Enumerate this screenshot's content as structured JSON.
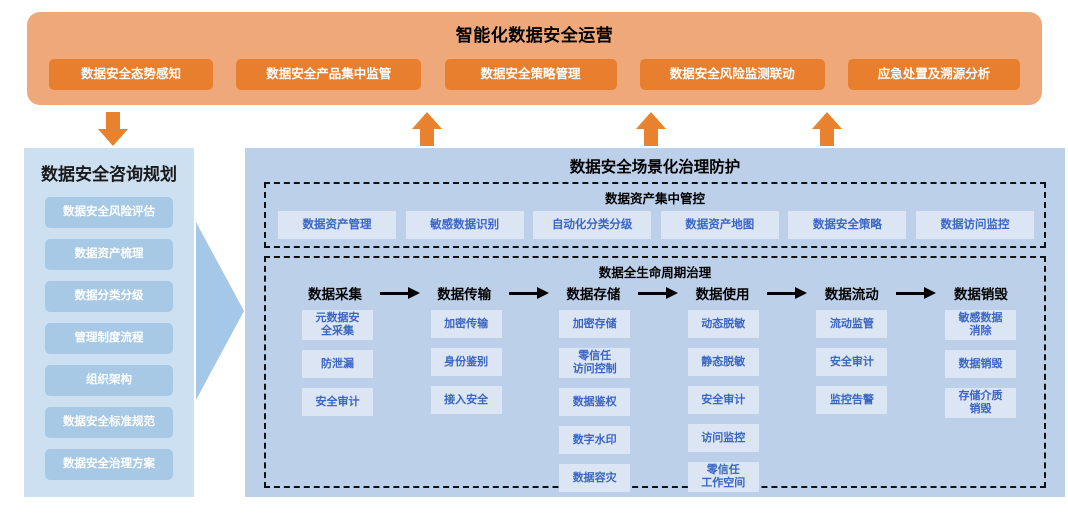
{
  "top_banner": {
    "title": "智能化数据安全运营",
    "panel_color": "#efa87a",
    "button_color": "#e87f2f",
    "buttons": [
      {
        "label": "数据安全态势感知"
      },
      {
        "label": "数据安全产品集中监管"
      },
      {
        "label": "数据安全策略管理"
      },
      {
        "label": "数据安全风险监测联动"
      },
      {
        "label": "应急处置及溯源分析"
      }
    ]
  },
  "connectors": {
    "down_arrow_label": "down-arrow",
    "up_arrow_label": "up-arrow",
    "big_arrow_label": "right-arrow",
    "arrow_color": "#e8822f",
    "big_arrow_color": "#a5c8e8"
  },
  "sidebar": {
    "title": "数据安全咨询规划",
    "panel_color": "#cde0f2",
    "item_color": "#a7c9e5",
    "items": [
      {
        "label": "数据安全风险评估"
      },
      {
        "label": "数据资产梳理"
      },
      {
        "label": "数据分类分级"
      },
      {
        "label": "管理制度流程"
      },
      {
        "label": "组织架构"
      },
      {
        "label": "数据安全标准规范"
      },
      {
        "label": "数据安全治理方案"
      }
    ]
  },
  "main_panel": {
    "title": "数据安全场景化治理防护",
    "panel_color": "#bdd0ea",
    "box_color": "#dce5f4",
    "box_text_color": "#3a66c4",
    "asset_section": {
      "title": "数据资产集中管控",
      "items": [
        {
          "label": "数据资产管理"
        },
        {
          "label": "敏感数据识别"
        },
        {
          "label": "自动化分类分级"
        },
        {
          "label": "数据资产地图"
        },
        {
          "label": "数据安全策略"
        },
        {
          "label": "数据访问监控"
        }
      ]
    },
    "lifecycle_section": {
      "title": "数据全生命周期治理",
      "stages": [
        {
          "head": "数据采集",
          "items": [
            {
              "label": "元数据安\n全采集"
            },
            {
              "label": "防泄漏"
            },
            {
              "label": "安全审计"
            }
          ]
        },
        {
          "head": "数据传输",
          "items": [
            {
              "label": "加密传输"
            },
            {
              "label": "身份鉴别"
            },
            {
              "label": "接入安全"
            }
          ]
        },
        {
          "head": "数据存储",
          "items": [
            {
              "label": "加密存储"
            },
            {
              "label": "零信任\n访问控制"
            },
            {
              "label": "数据鉴权"
            },
            {
              "label": "数字水印"
            },
            {
              "label": "数据容灾"
            }
          ]
        },
        {
          "head": "数据使用",
          "items": [
            {
              "label": "动态脱敏"
            },
            {
              "label": "静态脱敏"
            },
            {
              "label": "安全审计"
            },
            {
              "label": "访问监控"
            },
            {
              "label": "零信任\n工作空间"
            }
          ]
        },
        {
          "head": "数据流动",
          "items": [
            {
              "label": "流动监管"
            },
            {
              "label": "安全审计"
            },
            {
              "label": "监控告警"
            }
          ]
        },
        {
          "head": "数据销毁",
          "items": [
            {
              "label": "敏感数据\n消除"
            },
            {
              "label": "数据销毁"
            },
            {
              "label": "存储介质\n销毁"
            }
          ]
        }
      ]
    }
  }
}
